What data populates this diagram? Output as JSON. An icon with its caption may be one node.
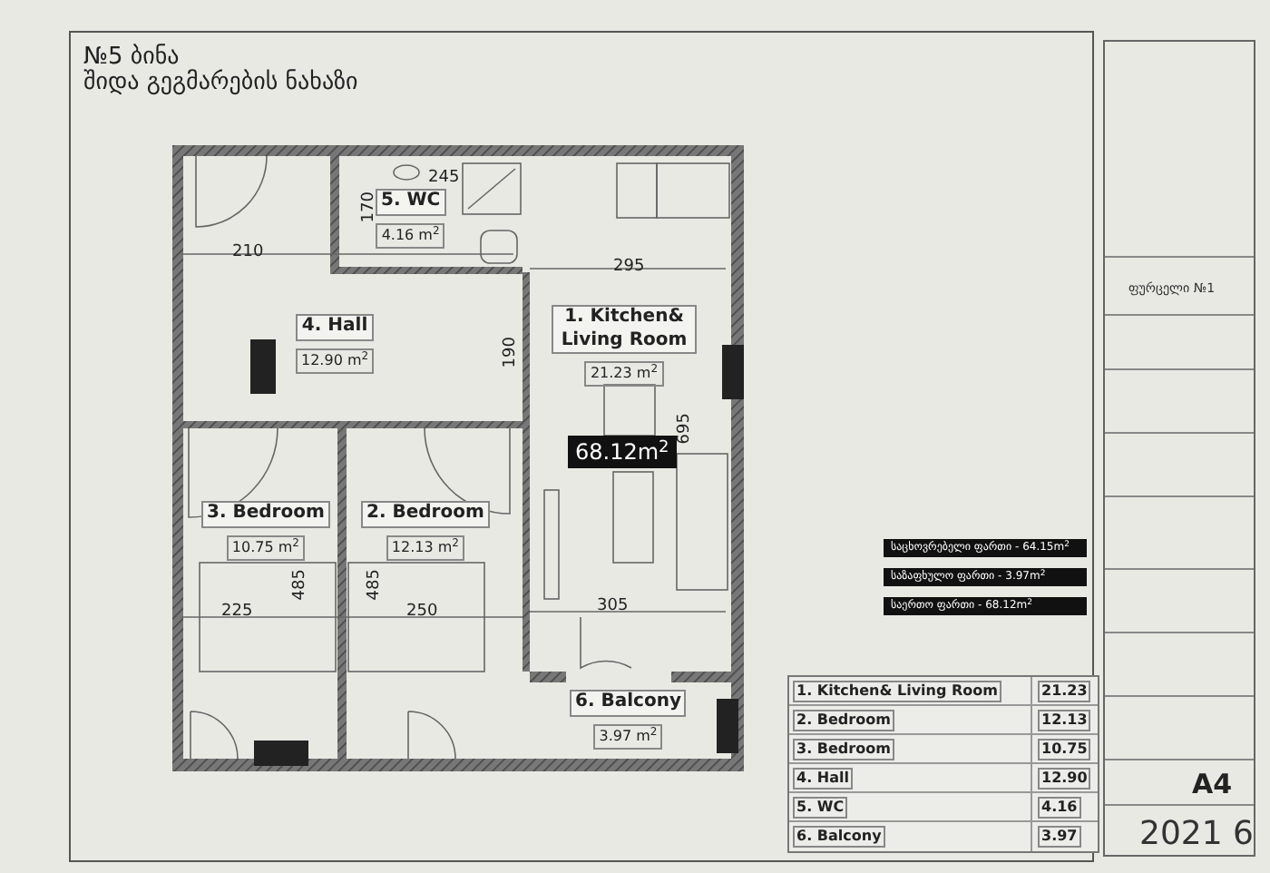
{
  "diagram": {
    "title": "№5 ბინა",
    "nodes": [
      {
        "text": [
          "5. WC",
          "4.16 m$^{2}$"
        ]
      },
      {
        "text": [
          "4. Hall",
          "12.90 m$^{2}$"
        ]
      },
      {
        "text": [
          "1. Kitchen& Living Room",
          "21.23 m$^{2}$"
        ]
      },
      {
        "text": [
          "3. Bedroom",
          "10.75 m$^{2}$"
        ]
      },
      {
        "text": [
          "2. Bedroom",
          "12.13 m$^{2}$"
        ]
      },
      {
        "text": [
          "6. Balcony",
          "3.97 m$^{2}$"
        ]
      }
    ],
    "labels": [
      "შიდა გეგმარების ნახაზი",
      "245",
      "170",
      "210",
      "295",
      "190",
      "68.12m$^{2}$",
      "695",
      "225",
      "485",
      "485",
      "250",
      "305",
      "საცხოვრებელი ფართი - 64.15m$^{2}$",
      "საზაფხულო ფართი - 3.97m$^{2}$",
      "საერთო ფართი - 68.12m$^{2}$",
      "1. Kitchen& Living Room",
      "21.23",
      "2. Bedroom",
      "12.13",
      "3. Bedroom",
      "10.75",
      "4. Hall",
      "12.90",
      "5. WC",
      "4.16",
      "6. Balcony",
      "3.97",
      "ფურცელი №1",
      "A4",
      "2021 6"
    ]
  }
}
